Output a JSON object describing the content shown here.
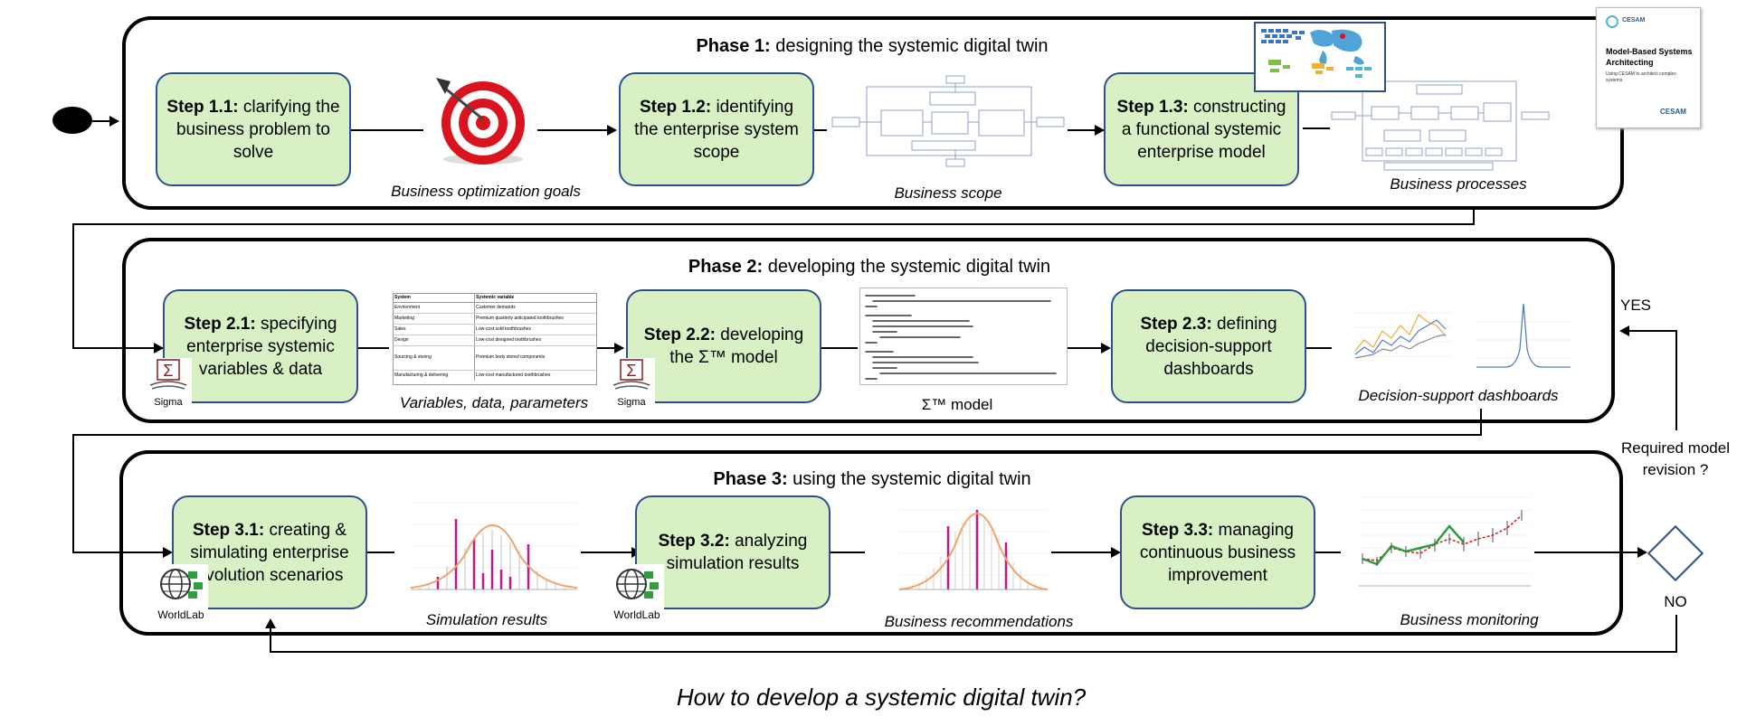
{
  "phases": [
    {
      "title_bold": "Phase 1:",
      "title_rest": " designing the systemic digital twin"
    },
    {
      "title_bold": "Phase 2:",
      "title_rest": " developing the systemic digital twin"
    },
    {
      "title_bold": "Phase 3:",
      "title_rest": " using the systemic digital twin"
    }
  ],
  "steps": [
    {
      "bold": "Step 1.1:",
      "rest": " clarifying the business problem to solve"
    },
    {
      "bold": "Step 1.2:",
      "rest": " identifying the enterprise system scope"
    },
    {
      "bold": "Step 1.3:",
      "rest": " constructing a functional systemic enterprise model"
    },
    {
      "bold": "Step 2.1:",
      "rest": " specifying enterprise systemic variables & data"
    },
    {
      "bold": "Step 2.2:",
      "rest": " developing the Σ™ model"
    },
    {
      "bold": "Step 2.3:",
      "rest": " defining decision-support dashboards"
    },
    {
      "bold": "Step 3.1:",
      "rest": " creating & simulating enterprise evolution scenarios"
    },
    {
      "bold": "Step 3.2:",
      "rest": " analyzing simulation results"
    },
    {
      "bold": "Step 3.3:",
      "rest": " managing continuous business improvement"
    }
  ],
  "captions": {
    "business_goals": "Business optimization goals",
    "business_scope": "Business scope",
    "business_processes": "Business processes",
    "variables": "Variables, data, parameters",
    "sigma_model": "Σ™ model",
    "dashboards": "Decision-support dashboards",
    "simulation_results": "Simulation results",
    "recommendations": "Business recommendations",
    "monitoring": "Business monitoring"
  },
  "decision": {
    "question": "Required model revision ?",
    "yes": "YES",
    "no": "NO"
  },
  "logos": {
    "sigma": "Sigma",
    "worldlab": "WorldLab"
  },
  "book": {
    "brand": "CESAM",
    "title": "Model-Based Systems Architecting",
    "subtitle": "Using CESAM to architect complex systems"
  },
  "variables_table": {
    "headers": [
      "System",
      "Systemic variable"
    ],
    "rows": [
      [
        "Environment",
        "Customer demands"
      ],
      [
        "Marketing",
        "Premium quarterly anticipated toothbrushes"
      ],
      [
        "Sales",
        "Low-cost sold toothbrushes"
      ],
      [
        "Design",
        "Low-cost designed toothbrushes"
      ],
      [
        "Sourcing & storing",
        "Premium body stored components"
      ],
      [
        "Manufacturing & delivering",
        "Low-cost manufactured toothbrushes"
      ]
    ]
  },
  "footer": "How to develop a systemic digital twin?",
  "colors": {
    "step_fill": "#d9efc4",
    "step_border": "#2f4f8a",
    "target_red": "#d9141e",
    "sim_curve": "#f0a46a",
    "sim_bar": "#c2188b"
  }
}
